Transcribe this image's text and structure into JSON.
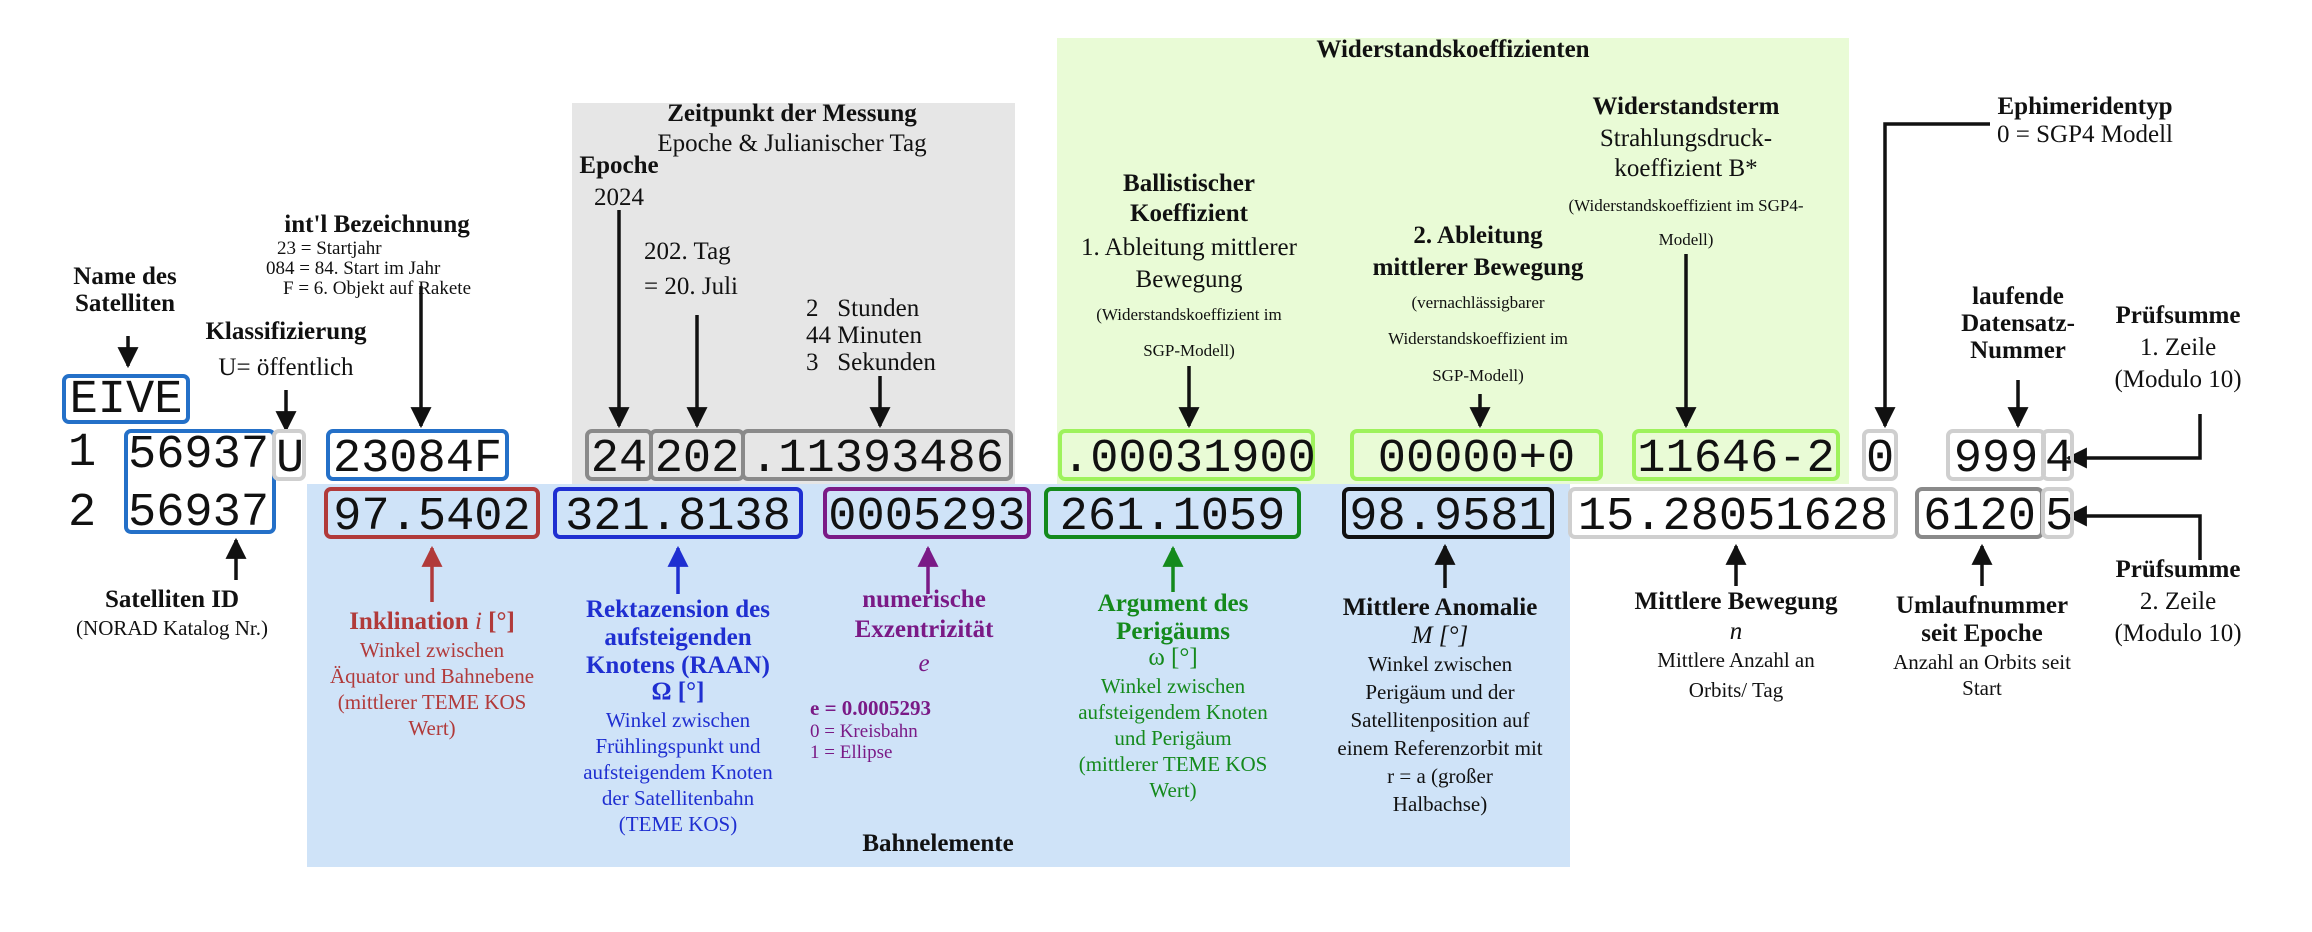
{
  "colors": {
    "green_bg": "#e9fbd6",
    "gray_bg": "#e6e6e6",
    "blue_bg": "#cfe3f8",
    "blue": "#2470c8",
    "red": "#b13a3a",
    "royal": "#1f2fd1",
    "purple": "#7a1a86",
    "green": "#148a1c",
    "lightgreen": "#9ef25c",
    "gray": "#8a8a8a",
    "lightgray": "#cfcfcf"
  },
  "line1": {
    "num": "1",
    "name": "EIVE",
    "satid": "56937",
    "class": "U",
    "intl": "23084F",
    "epoch_year": "24",
    "epoch_day": "202",
    "epoch_frac": ".11393486",
    "ballistic": ".00031900",
    "second_deriv": "00000+0",
    "bstar": "11646-2",
    "eph": "0",
    "elset": "999",
    "checksum": "4"
  },
  "line2": {
    "num": "2",
    "satid": "56937",
    "incl": "97.5402",
    "raan": "321.8138",
    "ecc": "0005293",
    "argp": "261.1059",
    "manom": "98.9581",
    "mmotion": "15.28051628",
    "revnum": "6120",
    "checksum": "5"
  },
  "labels": {
    "widerstand_title": "Widerstandskoeffizienten",
    "bahnelemente": "Bahnelemente",
    "zeitpunkt_title": "Zeitpunkt der Messung",
    "zeitpunkt_sub": "Epoche & Julianischer Tag",
    "epoche_title": "Epoche",
    "epoche_year": "2024",
    "tag_1": "202. Tag",
    "tag_2": "= 20. Juli",
    "time_1": "2   Stunden",
    "time_2": "44 Minuten",
    "time_3": "3   Sekunden",
    "intl_title": "int'l Bezeichnung",
    "intl_1": "23 = Startjahr",
    "intl_2": "084 = 84. Start im Jahr",
    "intl_3": "F = 6. Objekt auf Rakete",
    "name_1": "Name des",
    "name_2": "Satelliten",
    "klass_title": "Klassifizierung",
    "klass_sub": "U= öffentlich",
    "satid_title": "Satelliten ID",
    "satid_sub": "(NORAD Katalog Nr.)",
    "ball_1": "Ballistischer",
    "ball_2": "Koeffizient",
    "ball_3": "1. Ableitung mittlerer",
    "ball_4": "Bewegung",
    "ball_5": "(Widerstandskoeffizient im",
    "ball_6": "SGP-Modell)",
    "sec_1": "2. Ableitung",
    "sec_2": "mittlerer Bewegung",
    "sec_3": "(vernachlässigbarer",
    "sec_4": "Widerstandskoeffizient im",
    "sec_5": "SGP-Modell)",
    "bst_1": "Widerstandsterm",
    "bst_2": "Strahlungsdruck-",
    "bst_3": "koeffizient B*",
    "bst_4": "(Widerstandskoeffizient im SGP4-",
    "bst_5": "Modell)",
    "eph_1": "Ephimeridentyp",
    "eph_2": "0 = SGP4 Modell",
    "elset_1": "laufende",
    "elset_2": "Datensatz-",
    "elset_3": "Nummer",
    "chk1_1": "Prüfsumme",
    "chk1_2": "1. Zeile",
    "chk1_3": "(Modulo 10)",
    "chk2_1": "Prüfsumme",
    "chk2_2": "2. Zeile",
    "chk2_3": "(Modulo 10)",
    "incl_title": "Inklination ",
    "incl_sym": "i",
    "incl_unit": " [°]",
    "incl_1": "Winkel zwischen",
    "incl_2": "Äquator und Bahnebene",
    "incl_3": "(mittlerer TEME KOS",
    "incl_4": "Wert)",
    "raan_1": "Rektazension des",
    "raan_2": "aufsteigenden",
    "raan_3": "Knotens (RAAN)",
    "raan_4": "Ω [°]",
    "raan_5": "Winkel zwischen",
    "raan_6": "Frühlingspunkt und",
    "raan_7": "aufsteigendem Knoten",
    "raan_8": "der Satellitenbahn",
    "raan_9": "(TEME KOS)",
    "ecc_1": "numerische",
    "ecc_2": "Exzentrizität",
    "ecc_sym": "e",
    "ecc_3": "e = 0.0005293",
    "ecc_4": "0 = Kreisbahn",
    "ecc_5": "1 = Ellipse",
    "argp_1": "Argument des",
    "argp_2": "Perigäums",
    "argp_3": "ω [°]",
    "argp_4": "Winkel zwischen",
    "argp_5": "aufsteigendem Knoten",
    "argp_6": "und Perigäum",
    "argp_7": "(mittlerer TEME KOS",
    "argp_8": "Wert)",
    "ma_1": "Mittlere Anomalie",
    "ma_2": "M [°]",
    "ma_3": "Winkel zwischen",
    "ma_4": "Perigäum und der",
    "ma_5": "Satellitenposition auf",
    "ma_6": "einem Referenzorbit mit",
    "ma_7": "r = a (großer",
    "ma_8": "Halbachse)",
    "mm_1": "Mittlere Bewegung",
    "mm_2": "n",
    "mm_3": "Mittlere Anzahl an",
    "mm_4": "Orbits/ Tag",
    "rev_1": "Umlaufnummer",
    "rev_2": "seit Epoche",
    "rev_3": "Anzahl an Orbits seit",
    "rev_4": "Start"
  }
}
